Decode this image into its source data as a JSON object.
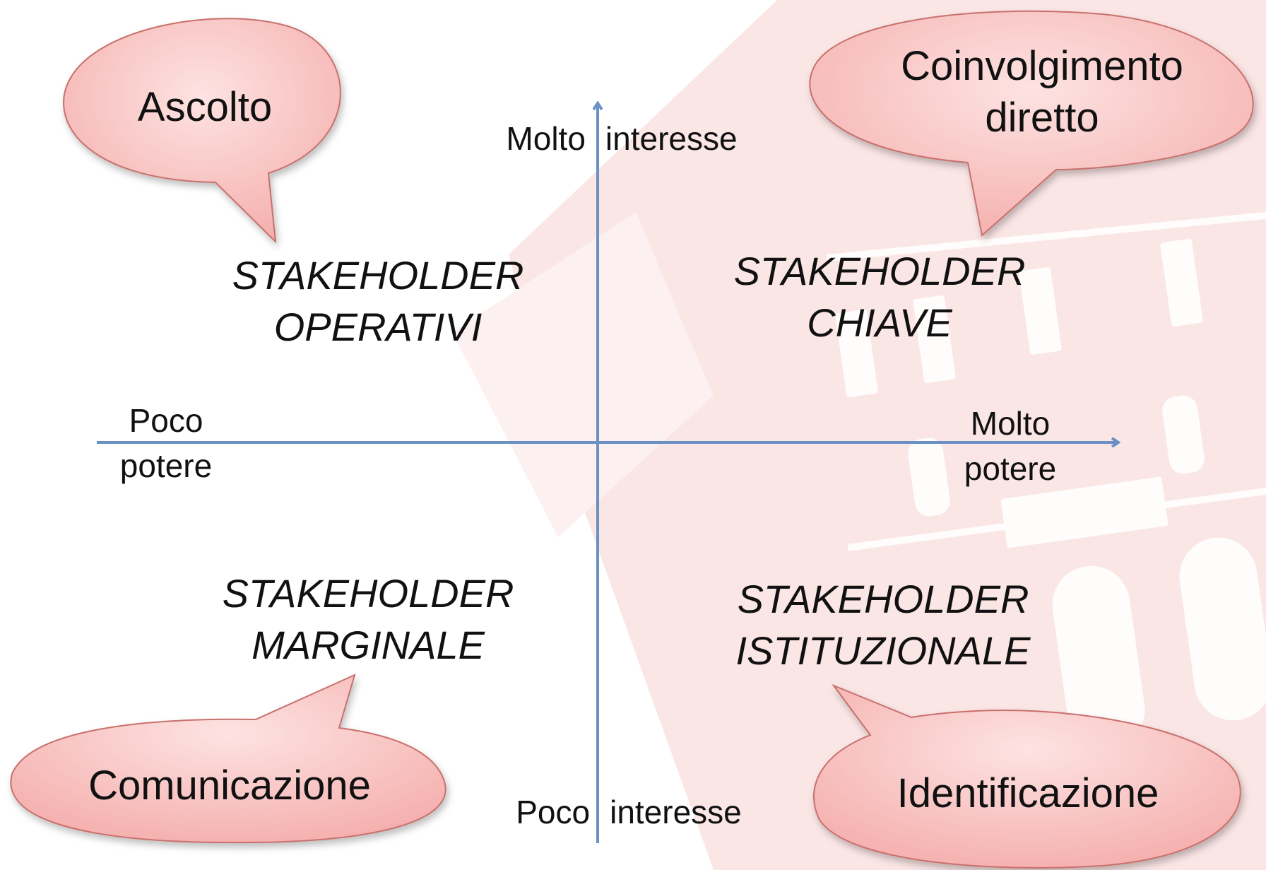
{
  "axes": {
    "x_low": [
      "Poco",
      "potere"
    ],
    "x_high": [
      "Molto",
      "potere"
    ],
    "y_high": [
      "Molto",
      "interesse"
    ],
    "y_low": [
      "Poco",
      "interesse"
    ]
  },
  "quadrants": {
    "top_left": [
      "STAKEHOLDER",
      "OPERATIVI"
    ],
    "top_right": [
      "STAKEHOLDER",
      "CHIAVE"
    ],
    "bottom_left": [
      "STAKEHOLDER",
      "MARGINALE"
    ],
    "bottom_right": [
      "STAKEHOLDER",
      "ISTITUZIONALE"
    ]
  },
  "bubbles": {
    "top_left": [
      "Ascolto"
    ],
    "top_right": [
      "Coinvolgimento",
      "diretto"
    ],
    "bottom_left": [
      "Comunicazione"
    ],
    "bottom_right": [
      "Identificazione"
    ]
  },
  "colors": {
    "axis": "#6a90c4",
    "bubble_fill": "#f7c7c6",
    "bubble_stroke": "#c9706c",
    "watermark": "#fbe2e2"
  }
}
